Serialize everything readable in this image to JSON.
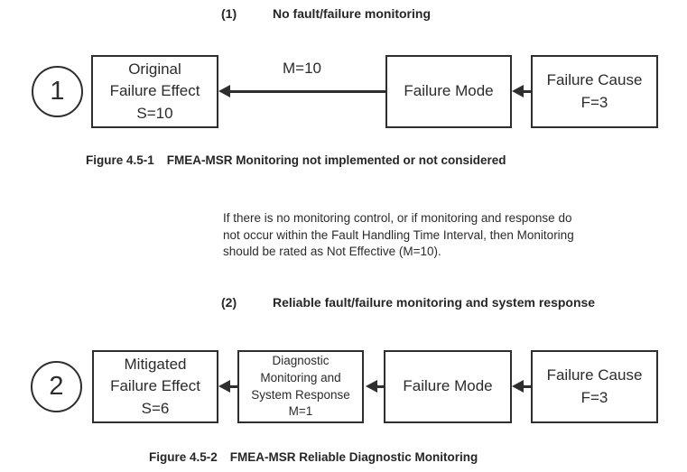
{
  "ink_color": "#2e2e2e",
  "section1": {
    "heading": {
      "number": "(1)",
      "text": "No fault/failure monitoring"
    },
    "diagram": {
      "badge": "1",
      "effect_box": {
        "line1": "Original",
        "line2": "Failure Effect",
        "line3": "S=10"
      },
      "monitoring_arrow_label": "M=10",
      "mode_box": {
        "label": "Failure Mode"
      },
      "cause_box": {
        "line1": "Failure Cause",
        "line2": "F=3"
      }
    },
    "caption": {
      "label": "Figure 4.5-1",
      "text": "FMEA-MSR Monitoring not implemented or not considered"
    }
  },
  "note": {
    "lines": [
      "If there is no monitoring control, or if monitoring and response do",
      "not occur within the Fault Handling Time Interval, then Monitoring",
      "should be rated as Not Effective (M=10)."
    ]
  },
  "section2": {
    "heading": {
      "number": "(2)",
      "text": "Reliable fault/failure monitoring and system response"
    },
    "diagram": {
      "badge": "2",
      "effect_box": {
        "line1": "Mitigated",
        "line2": "Failure Effect",
        "line3": "S=6"
      },
      "monitor_box": {
        "line1": "Diagnostic",
        "line2": "Monitoring and",
        "line3": "System Response",
        "line4": "M=1"
      },
      "mode_box": {
        "label": "Failure Mode"
      },
      "cause_box": {
        "line1": "Failure Cause",
        "line2": "F=3"
      }
    },
    "caption": {
      "label": "Figure 4.5-2",
      "text": "FMEA-MSR Reliable Diagnostic Monitoring"
    }
  }
}
